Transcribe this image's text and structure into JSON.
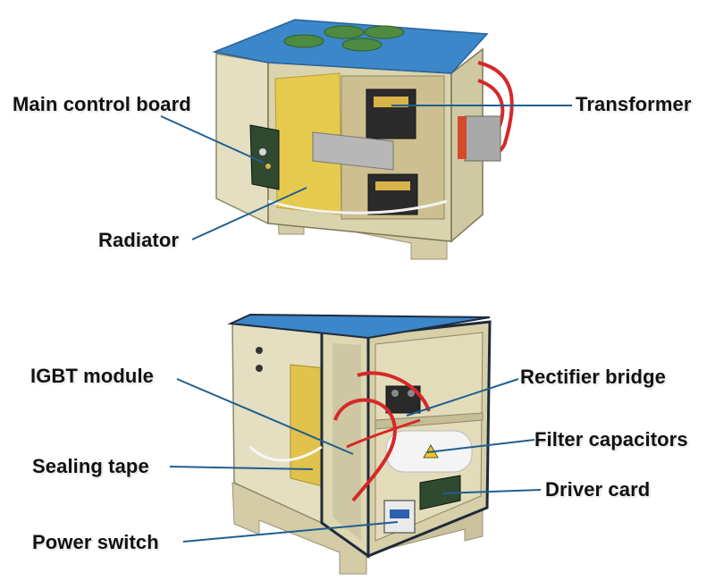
{
  "figure": {
    "top_unit": {
      "labels": {
        "main_control_board": "Main control board",
        "transformer": "Transformer",
        "radiator": "Radiator"
      }
    },
    "bottom_unit": {
      "labels": {
        "igbt_module": "IGBT module",
        "rectifier_bridge": "Rectifier bridge",
        "filter_capacitors": "Filter capacitors",
        "sealing_tape": "Sealing tape",
        "driver_card": "Driver card",
        "power_switch": "Power switch"
      }
    },
    "colors": {
      "leader_line": "#1f5f8f",
      "cabinet_body": "#ddd7b2",
      "cabinet_top": "#3b87c9",
      "inner_panel": "#e7cd55",
      "frame_edge": "#1f2a3a",
      "cable_red": "#d62828",
      "copper_bar": "#b8b8b8"
    }
  }
}
